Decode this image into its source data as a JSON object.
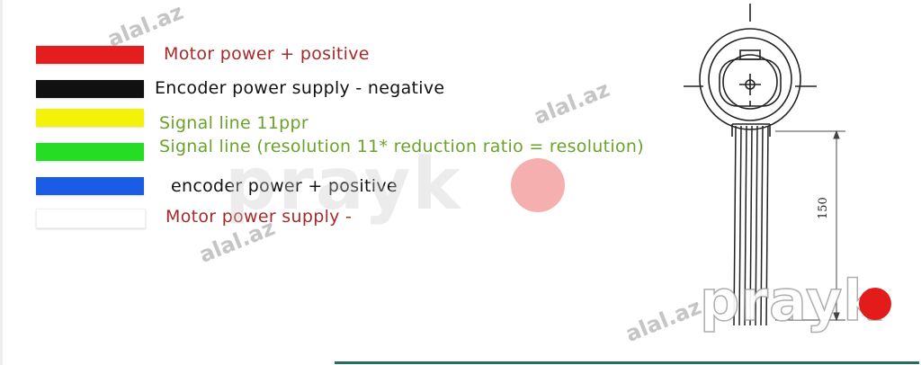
{
  "legend": [
    {
      "color": "#e41e1e",
      "text": "Motor power + positive",
      "text_color": "#a52a2a"
    },
    {
      "color": "#111111",
      "text": "Encoder power supply - negative",
      "text_color": "#111111"
    },
    {
      "color": "#f2f20a",
      "text": "Signal line 11ppr",
      "text_color": "#6aa32a"
    },
    {
      "color": "#26dd26",
      "text": "Signal line (resolution 11* reduction ratio = resolution)",
      "text_color": "#6aa32a"
    },
    {
      "color": "#1a5ce6",
      "text": "encoder power + positive",
      "text_color": "#111111"
    },
    {
      "color": "#ffffff",
      "text": "Motor power supply -",
      "text_color": "#a52a2a"
    }
  ],
  "dimension_label": "150",
  "watermarks": {
    "alal": "alal.az",
    "prayk": "prayk"
  },
  "colors": {
    "prayk_dot": "#e21b1b"
  }
}
